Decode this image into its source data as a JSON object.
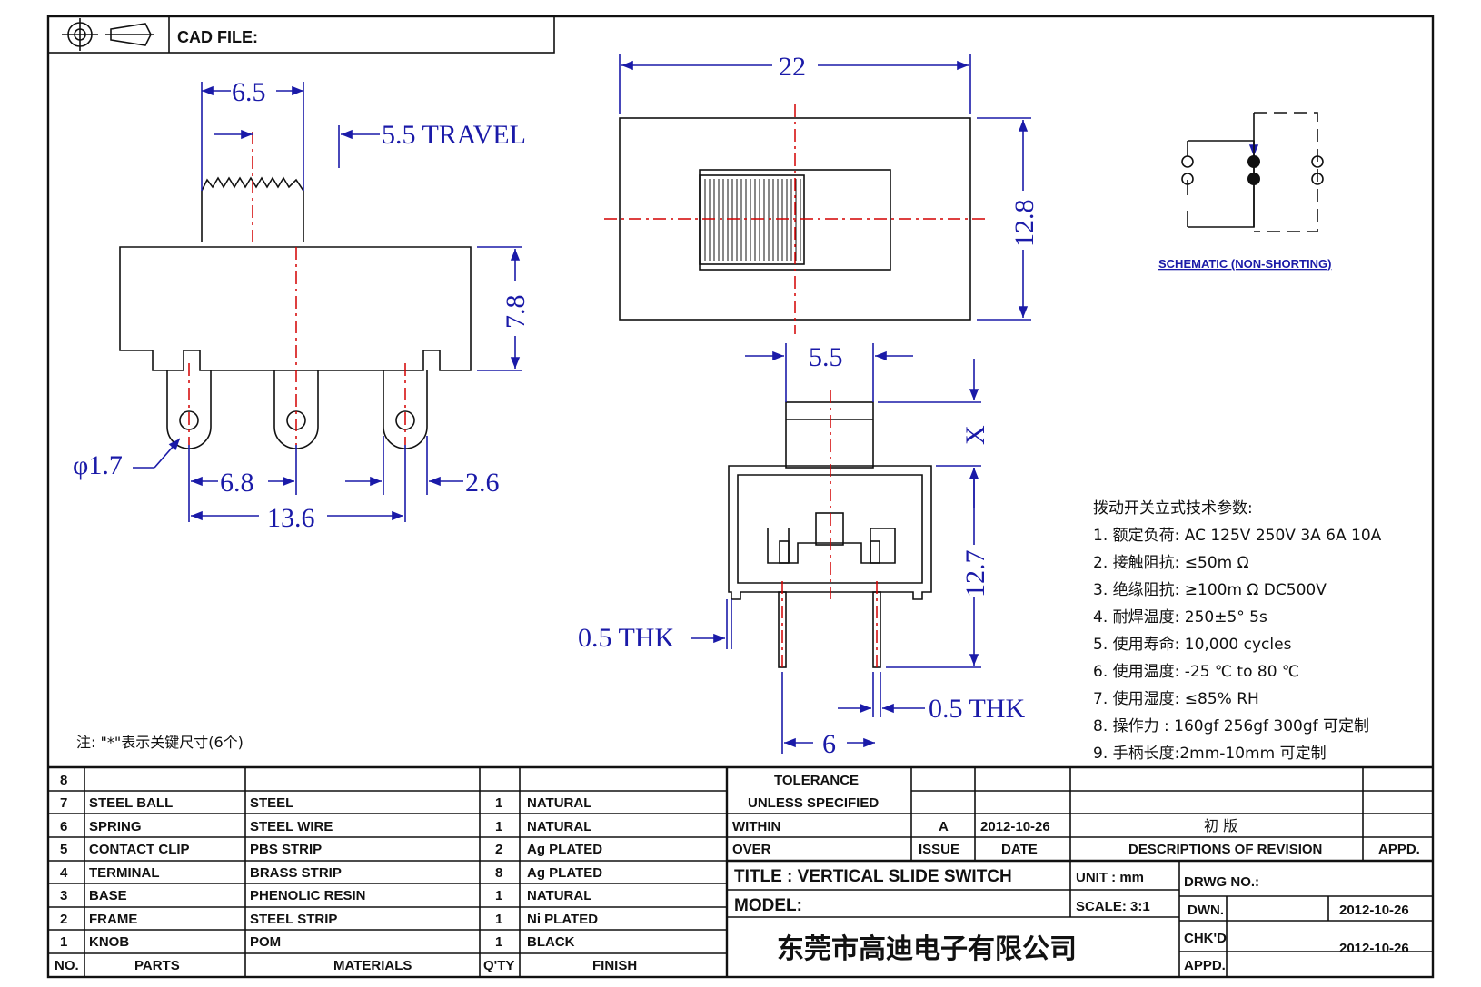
{
  "header": {
    "cad_file": "CAD FILE:"
  },
  "left_view": {
    "dim_knob_width": "6.5",
    "dim_travel": "5.5  TRAVEL",
    "dim_body_height": "7.8",
    "dim_hole_dia": "φ1.7",
    "dim_pitch": "6.8",
    "dim_lug_width": "2.6",
    "dim_span": "13.6"
  },
  "top_view": {
    "dim_length": "22",
    "dim_width": "12.8"
  },
  "side_view": {
    "dim_knob": "5.5",
    "dim_x": "X",
    "dim_height": "12.7",
    "dim_thk_left": "0.5  THK",
    "dim_thk_right": "0.5  THK",
    "dim_pin_pitch": "6"
  },
  "schematic": {
    "caption": "SCHEMATIC  (NON-SHORTING)"
  },
  "specs": {
    "title": "拨动开关立式技术参数:",
    "items": [
      "1.  额定负荷: AC 125V 250V    3A    6A    10A",
      "2.  接触阻抗:  ≤50m Ω",
      "3.  绝缘阻抗:  ≥100m Ω   DC500V",
      "4.  耐焊温度: 250±5°  5s",
      "5.  使用寿命: 10,000 cycles",
      "6.  使用温度: -25  ℃  to 80  ℃",
      "7.  使用湿度:  ≤85% RH",
      "8.  操作力 : 160gf    256gf    300gf  可定制",
      "9.  手柄长度:2mm-10mm   可定制"
    ]
  },
  "note": "注: \"*\"表示关键尺寸(6个)",
  "bom": {
    "rows": [
      {
        "no": "8",
        "part": "",
        "material": "",
        "qty": "",
        "finish": ""
      },
      {
        "no": "7",
        "part": "STEEL BALL",
        "material": "STEEL",
        "qty": "1",
        "finish": "NATURAL"
      },
      {
        "no": "6",
        "part": "SPRING",
        "material": "STEEL WIRE",
        "qty": "1",
        "finish": "NATURAL"
      },
      {
        "no": "5",
        "part": "CONTACT CLIP",
        "material": "PBS STRIP",
        "qty": "2",
        "finish": "Ag PLATED"
      },
      {
        "no": "4",
        "part": "TERMINAL",
        "material": "BRASS STRIP",
        "qty": "8",
        "finish": "Ag PLATED"
      },
      {
        "no": "3",
        "part": "BASE",
        "material": "PHENOLIC RESIN",
        "qty": "1",
        "finish": "NATURAL"
      },
      {
        "no": "2",
        "part": "FRAME",
        "material": "STEEL STRIP",
        "qty": "1",
        "finish": "Ni PLATED"
      },
      {
        "no": "1",
        "part": "KNOB",
        "material": "POM",
        "qty": "1",
        "finish": "BLACK"
      }
    ],
    "header": {
      "no": "NO.",
      "part": "PARTS",
      "material": "MATERIALS",
      "qty": "Q'TY",
      "finish": "FINISH"
    }
  },
  "titleblock": {
    "tolerance": "TOLERANCE",
    "unless": "UNLESS   SPECIFIED",
    "within": "WITHIN",
    "over": "OVER",
    "rev_issue": "A",
    "rev_date": "2012-10-26",
    "rev_desc": "初   版",
    "issue_label": "ISSUE",
    "date_label": "DATE",
    "desc_label": "DESCRIPTIONS  OF  REVISION",
    "appd_label": "APPD.",
    "title": "TITLE :   VERTICAL  SLIDE  SWITCH",
    "unit": "UNIT :   mm",
    "drwg_no": "DRWG  NO.:",
    "model": "MODEL:",
    "scale": "SCALE:   3:1",
    "dwn": "DWN.",
    "dwn_date": "2012-10-26",
    "chkd": "CHK'D",
    "chkd_date": "2012-10-26",
    "appd": "APPD.",
    "company": "东莞市高迪电子有限公司"
  }
}
